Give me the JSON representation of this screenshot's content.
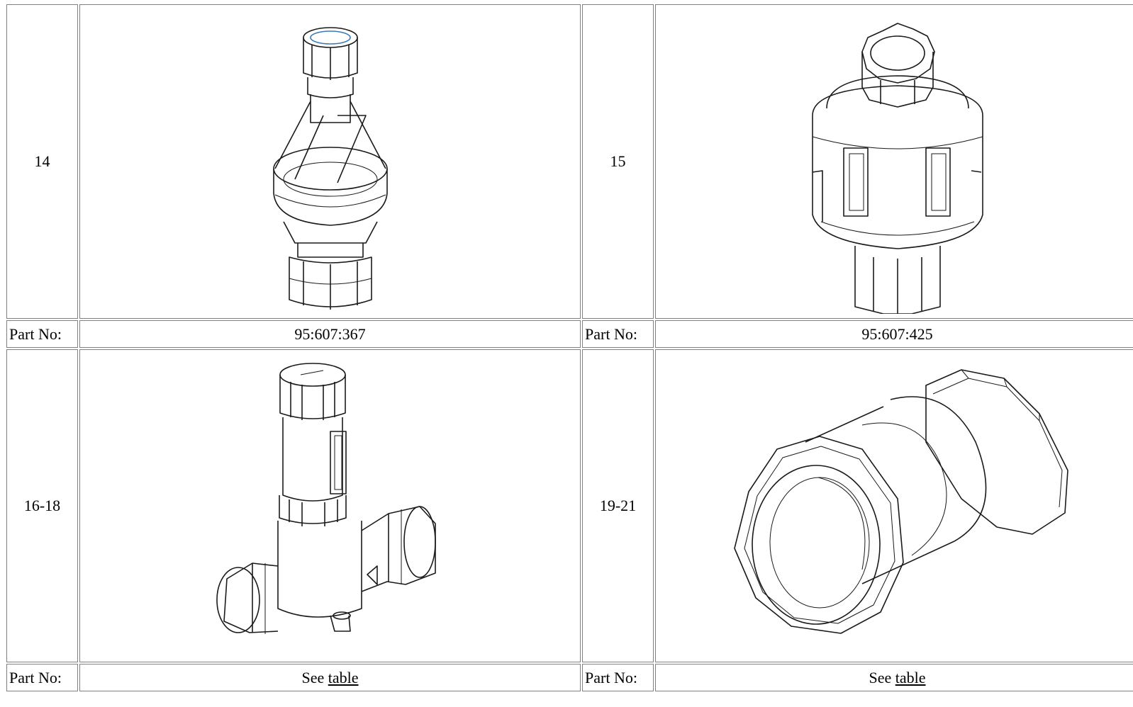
{
  "parts": [
    {
      "item": "14",
      "part_label": "Part No:",
      "part_no": "95:607:367",
      "drawing_icon": "check-valve-drawing"
    },
    {
      "item": "15",
      "part_label": "Part No:",
      "part_no": "95:607:425",
      "drawing_icon": "coupling-nut-drawing"
    },
    {
      "item": "16-18",
      "part_label": "Part No:",
      "part_see": "See",
      "part_link": "table",
      "drawing_icon": "pressure-reducing-valve-drawing"
    },
    {
      "item": "19-21",
      "part_label": "Part No:",
      "part_see": "See",
      "part_link": "table",
      "drawing_icon": "union-coupling-drawing"
    }
  ]
}
